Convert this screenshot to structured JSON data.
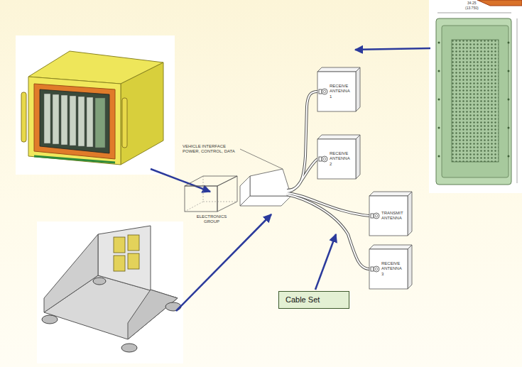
{
  "diagram": {
    "nodes": [
      {
        "text": [
          "RECEIVE ANTENNA 1"
        ]
      },
      {
        "text": [
          "RECEIVE ANTENNA 2"
        ]
      },
      {
        "text": [
          "TRANSMIT ANTENNA"
        ]
      },
      {
        "text": [
          "ELECTRONICS GROUP"
        ]
      },
      {
        "text": [
          "RECEIVE ANTENNA 3"
        ]
      },
      {
        "text": [
          "Cable Set"
        ]
      }
    ],
    "labels": [
      "VEHICLE INTERFACE POWER, CONTROL, DATA",
      "34.25",
      "(13.750)"
    ]
  }
}
